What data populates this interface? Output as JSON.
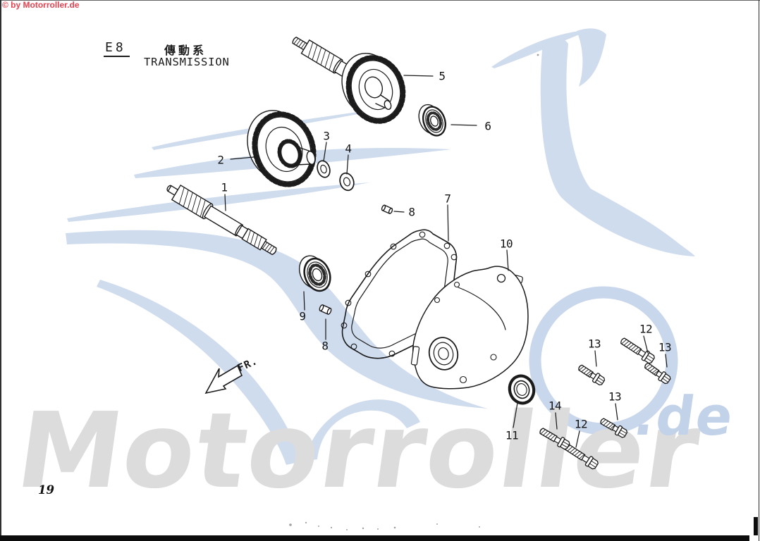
{
  "page": {
    "copyright": "© by Motorroller.de",
    "section_code": "E8",
    "section_title_cjk": "傳動系",
    "section_title_en": "TRANSMISSION",
    "front_marker": "FR.",
    "page_number": "19"
  },
  "watermark": {
    "brand": "Motorroller",
    "tld": ".de"
  },
  "colors": {
    "copyright_red": "#e8414f",
    "watermark_blue": "#cfdcee",
    "watermark_text_blue": "#c2d2e9",
    "watermark_gray": "#dcdcdc",
    "ink": "#1b1b1b"
  },
  "diagram": {
    "type": "exploded-parts-diagram",
    "callouts": [
      {
        "ref": "1"
      },
      {
        "ref": "2"
      },
      {
        "ref": "3"
      },
      {
        "ref": "4"
      },
      {
        "ref": "5"
      },
      {
        "ref": "6"
      },
      {
        "ref": "7"
      },
      {
        "ref": "8"
      },
      {
        "ref": "8"
      },
      {
        "ref": "9"
      },
      {
        "ref": "10"
      },
      {
        "ref": "11"
      },
      {
        "ref": "12"
      },
      {
        "ref": "12"
      },
      {
        "ref": "13"
      },
      {
        "ref": "13"
      },
      {
        "ref": "13"
      },
      {
        "ref": "14"
      }
    ]
  }
}
